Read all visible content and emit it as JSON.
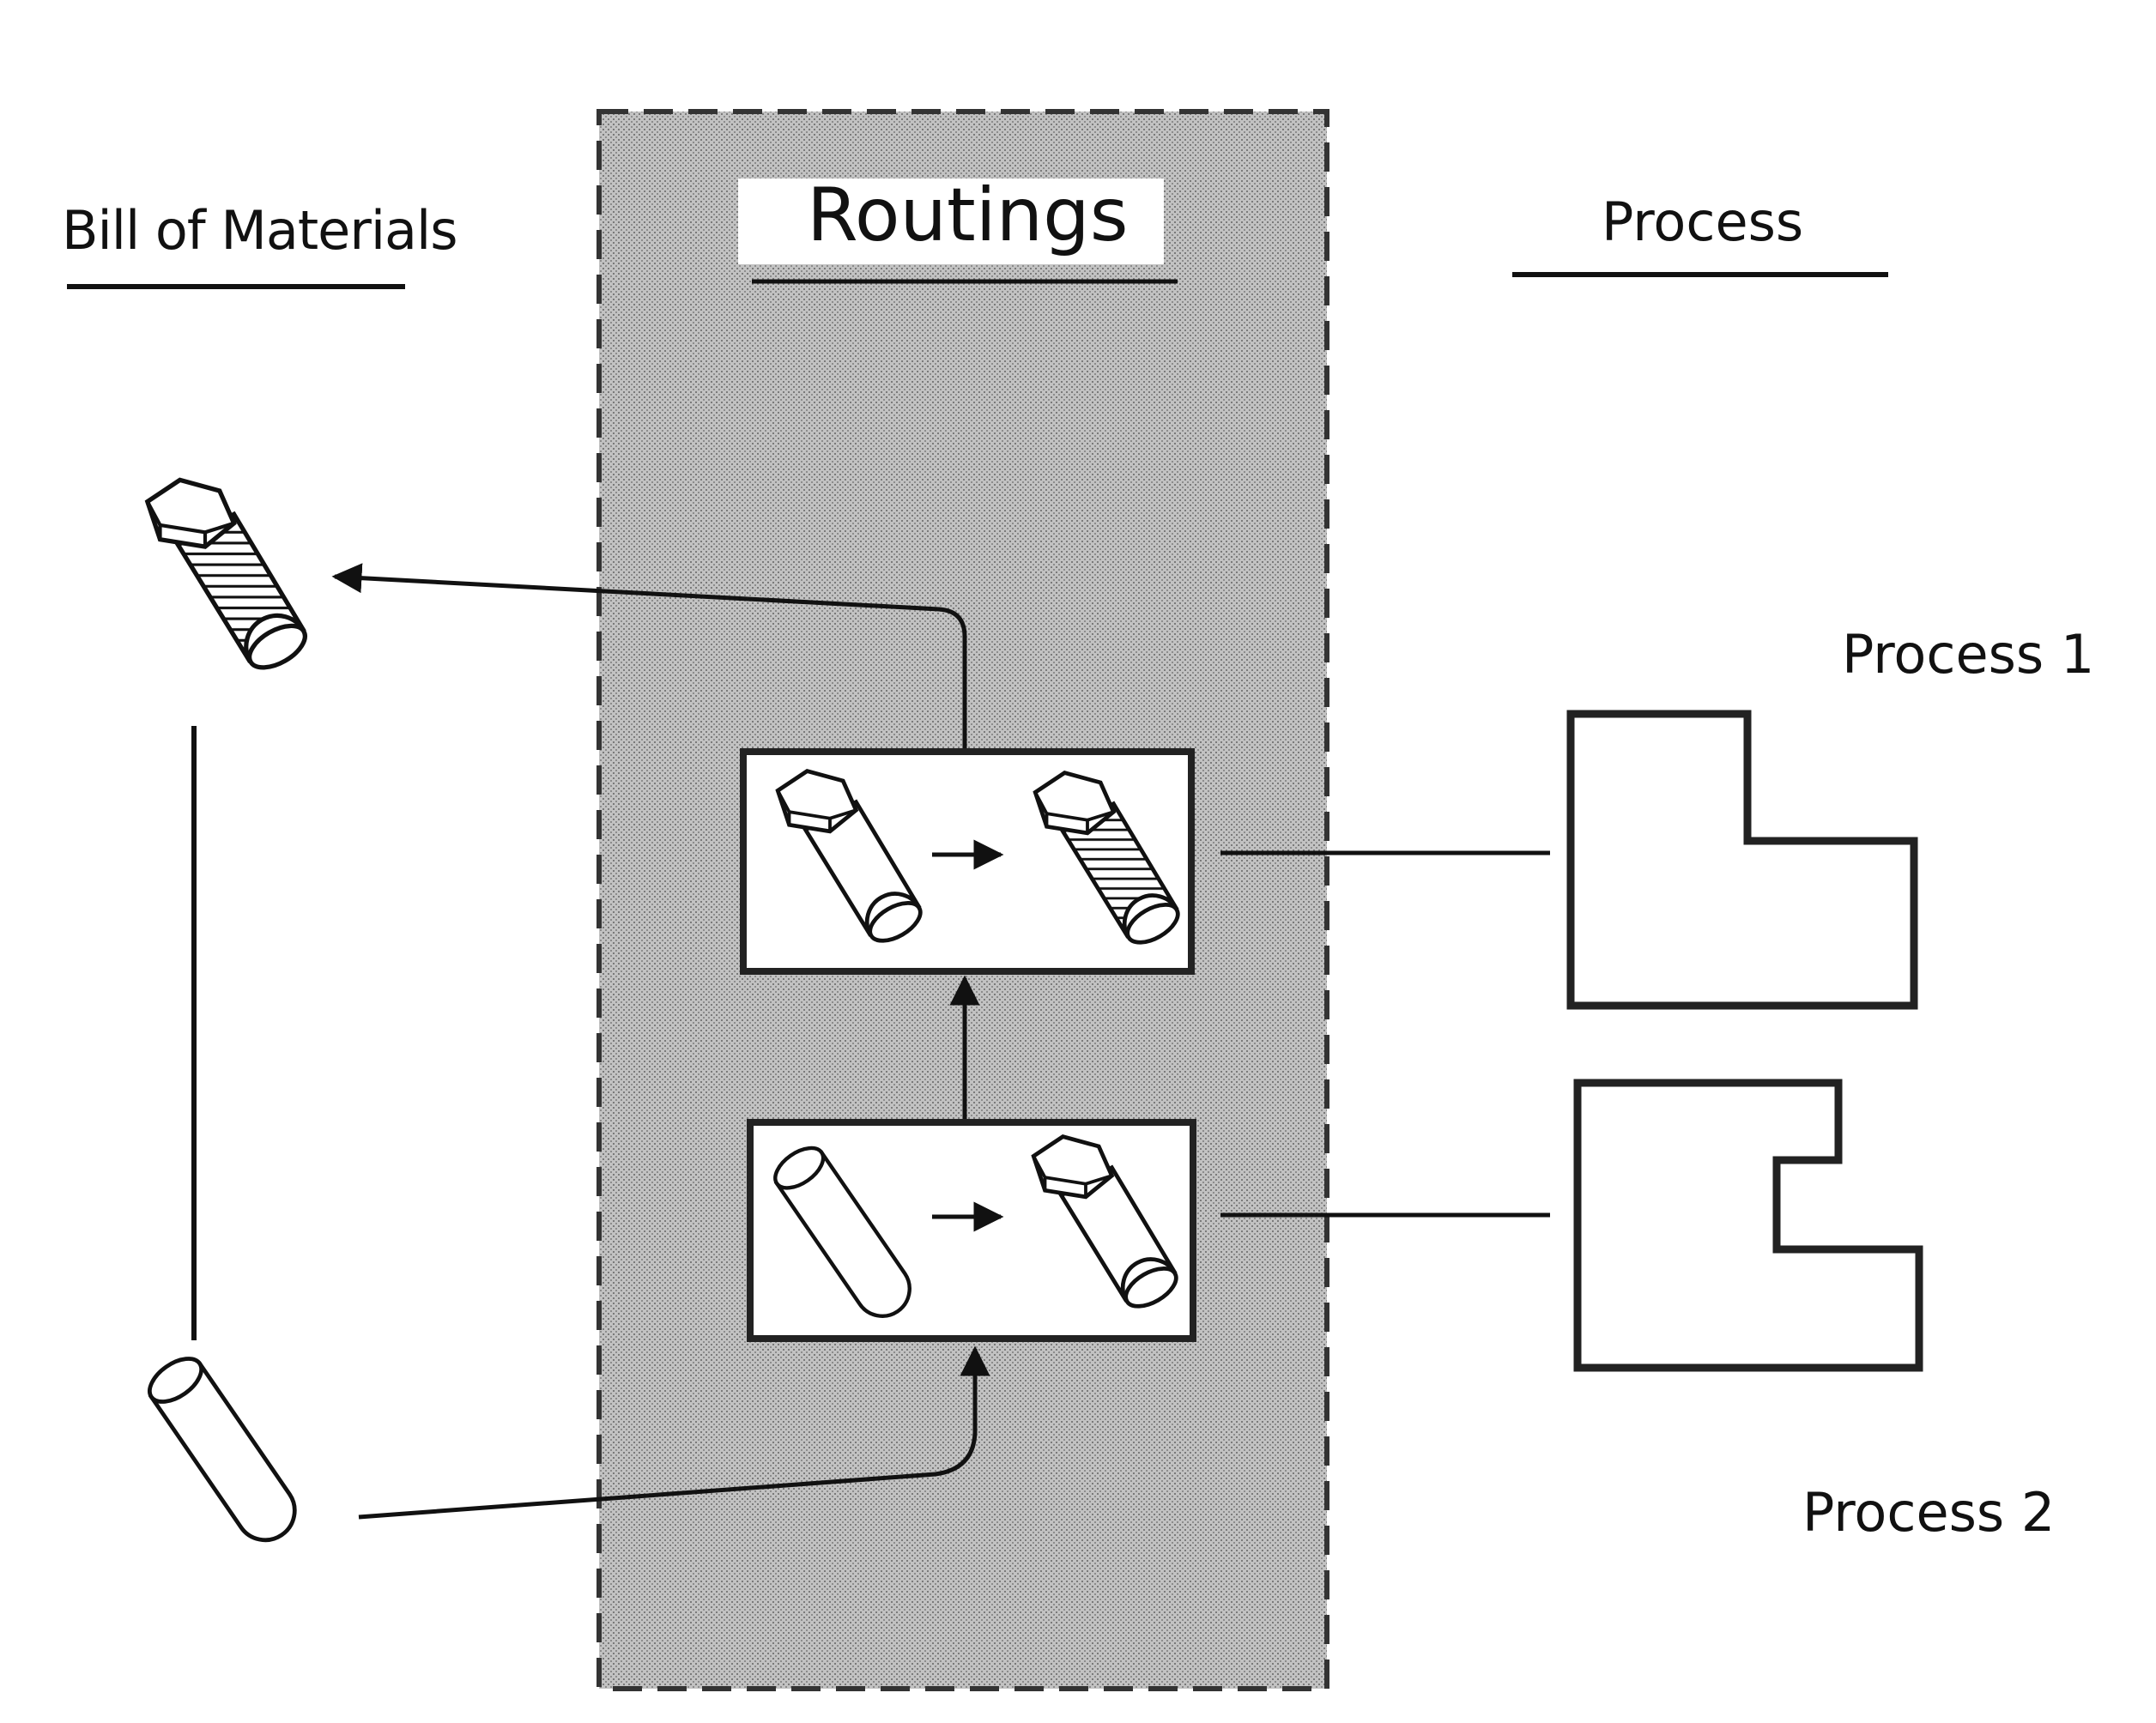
{
  "bill_of_materials": {
    "heading": "Bill of Materials"
  },
  "routings": {
    "heading": "Routings"
  },
  "process": {
    "heading": "Process",
    "items": [
      {
        "label": "Process 1"
      },
      {
        "label": "Process 2"
      }
    ]
  },
  "colors": {
    "routing_panel_fill": "#b4b4b4",
    "line": "#111111",
    "background": "#ffffff"
  },
  "icons": {
    "bom_top": "threaded-bolt-icon",
    "bom_bottom": "cylinder-blank-icon",
    "routing_step_1": [
      "plain-bolt-icon",
      "threaded-bolt-icon"
    ],
    "routing_step_2": [
      "cylinder-blank-icon",
      "plain-bolt-icon"
    ],
    "process_1": "l-shape-icon",
    "process_2": "notched-shape-icon"
  }
}
